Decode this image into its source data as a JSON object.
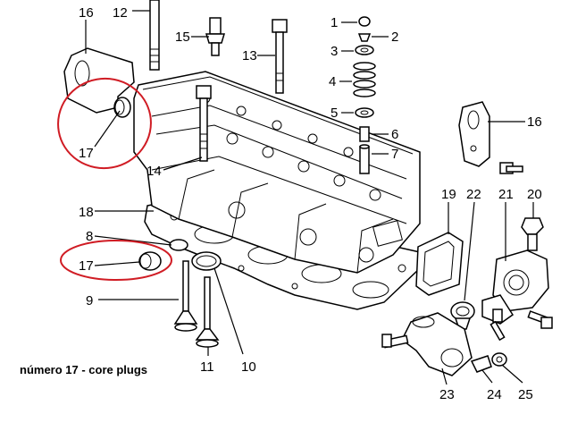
{
  "caption": "número 17 - core plugs",
  "labels": {
    "l1": "1",
    "l2": "2",
    "l3": "3",
    "l4": "4",
    "l5": "5",
    "l6": "6",
    "l7": "7",
    "l8": "8",
    "l9": "9",
    "l10": "10",
    "l11": "11",
    "l12": "12",
    "l13": "13",
    "l14": "14",
    "l15": "15",
    "l16a": "16",
    "l16b": "16",
    "l17a": "17",
    "l17b": "17",
    "l18": "18",
    "l19": "19",
    "l20": "20",
    "l21": "21",
    "l22": "22",
    "l23": "23",
    "l24": "24",
    "l25": "25"
  },
  "highlight_color": "#d01c24"
}
